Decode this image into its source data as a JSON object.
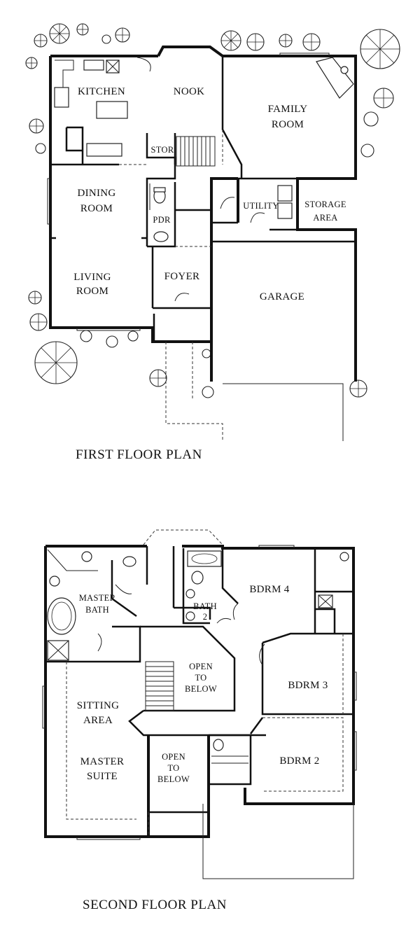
{
  "first_floor": {
    "title": "FIRST FLOOR PLAN",
    "rooms": {
      "kitchen": "KITCHEN",
      "nook": "NOOK",
      "family_1": "FAMILY",
      "family_2": "ROOM",
      "stor": "STOR",
      "dining_1": "DINING",
      "dining_2": "ROOM",
      "utility": "UTILITY",
      "storage_1": "STORAGE",
      "storage_2": "AREA",
      "pdr": "PDR",
      "living_1": "LIVING",
      "living_2": "ROOM",
      "foyer": "FOYER",
      "garage": "GARAGE"
    }
  },
  "second_floor": {
    "title": "SECOND FLOOR PLAN",
    "rooms": {
      "master_bath_1": "MASTER",
      "master_bath_2": "BATH",
      "bdrm4": "BDRM 4",
      "bath2_1": "BATH",
      "bath2_2": "2",
      "open_upper_1": "OPEN",
      "open_upper_2": "TO",
      "open_upper_3": "BELOW",
      "bdrm3": "BDRM 3",
      "sitting_1": "SITTING",
      "sitting_2": "AREA",
      "master_suite_1": "MASTER",
      "master_suite_2": "SUITE",
      "open_lower_1": "OPEN",
      "open_lower_2": "TO",
      "open_lower_3": "BELOW",
      "bdrm2": "BDRM 2"
    }
  }
}
